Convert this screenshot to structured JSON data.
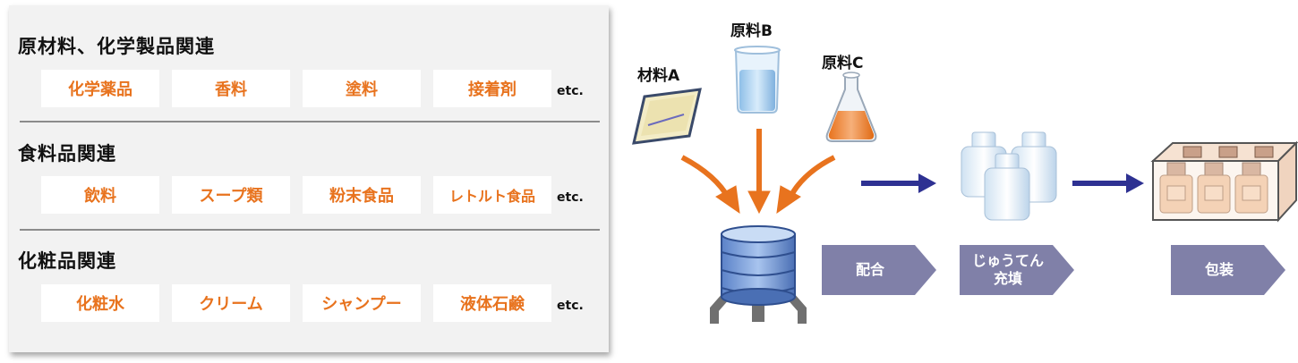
{
  "categories": [
    {
      "title": "原材料、化学製品関連",
      "items": [
        "化学薬品",
        "香料",
        "塗料",
        "接着剤"
      ],
      "etc": "etc."
    },
    {
      "title": "食料品関連",
      "items": [
        "飲料",
        "スープ類",
        "粉末食品",
        "レトルト食品"
      ],
      "etc": "etc."
    },
    {
      "title": "化粧品関連",
      "items": [
        "化粧水",
        "クリーム",
        "シャンプー",
        "液体石鹸"
      ],
      "etc": "etc."
    }
  ],
  "materials": {
    "a": "材料A",
    "b": "原料B",
    "c": "原料C"
  },
  "steps": {
    "mix": "配合",
    "fill_line1": "じゅうてん",
    "fill_line2": "充填",
    "pack": "包装"
  },
  "colors": {
    "accent": "#e8731e",
    "arrow_blue": "#2e3192",
    "step_fill": "#8080a8",
    "panel": "#f2f2f2"
  }
}
